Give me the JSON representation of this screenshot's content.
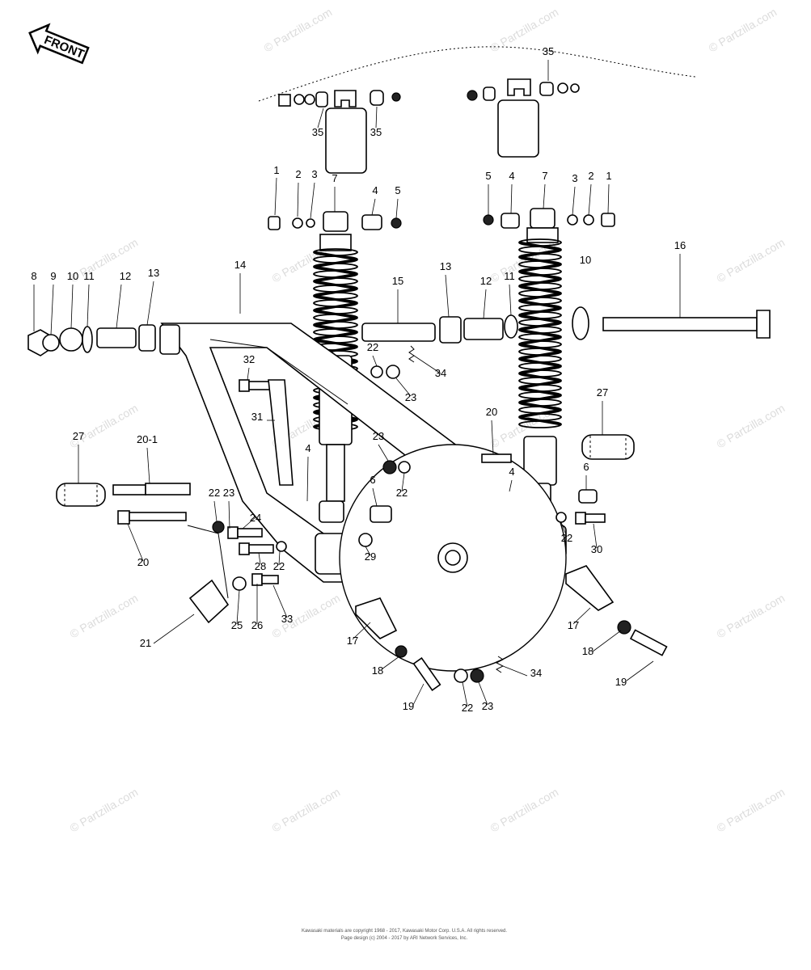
{
  "arrow_text": "FRONT",
  "watermark_text": "© Partzilla.com",
  "watermark_symbol": "©",
  "callouts": [
    "1",
    "2",
    "3",
    "4",
    "5",
    "6",
    "7",
    "8",
    "9",
    "10",
    "11",
    "12",
    "13",
    "14",
    "15",
    "16",
    "17",
    "18",
    "19",
    "20",
    "20-1",
    "21",
    "22",
    "23",
    "24",
    "25",
    "26",
    "27",
    "28",
    "29",
    "30",
    "31",
    "32",
    "33",
    "34",
    "35"
  ],
  "copyright_line1": "Kawasaki materials are copyright 1968 - 2017, Kawasaki Motor Corp. U.S.A. All rights reserved.",
  "copyright_line2": "Page design (c) 2004 - 2017 by ARI Network Services, Inc."
}
